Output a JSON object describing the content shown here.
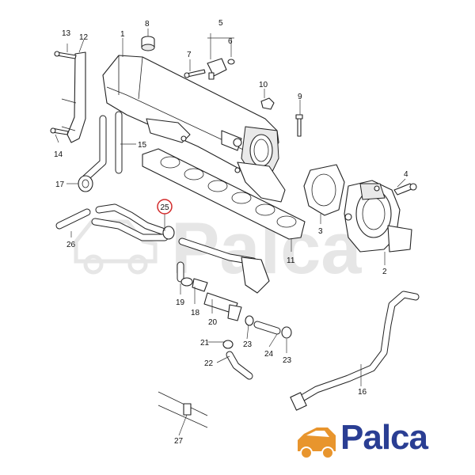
{
  "diagram": {
    "callouts": [
      "1",
      "2",
      "3",
      "4",
      "5",
      "6",
      "7",
      "8",
      "9",
      "10",
      "11",
      "12",
      "13",
      "14",
      "15",
      "16",
      "17",
      "18",
      "19",
      "20",
      "21",
      "22",
      "23",
      "23",
      "24",
      "25",
      "26",
      "27"
    ],
    "highlighted_callout": "25",
    "highlight_color": "#d22b2b"
  },
  "watermark": {
    "text": "Palca",
    "color": "#e6e6e6"
  },
  "logo": {
    "text": "Palca",
    "text_color": "#2a3e93",
    "icon": "car-icon",
    "icon_color": "#e8952d"
  }
}
